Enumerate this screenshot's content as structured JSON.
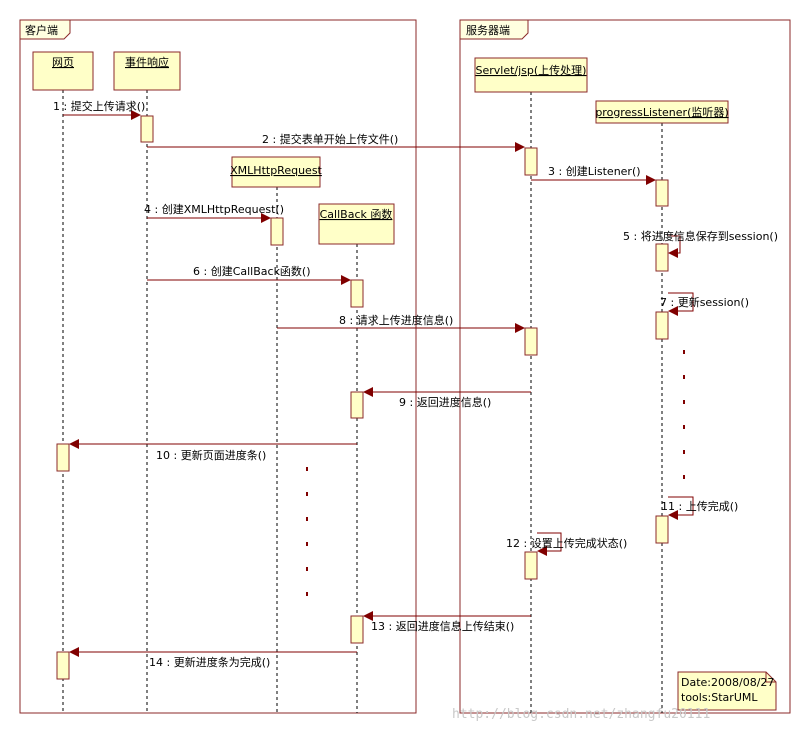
{
  "frames": {
    "client": "客户端",
    "server": "服务器端"
  },
  "objects": {
    "webpage": "网页",
    "event": "事件响应",
    "xhr": "XMLHttpRequest",
    "callback": "CallBack 函数",
    "servlet": "Servlet/jsp(上传处理)",
    "listener": "progressListener(监听器)"
  },
  "messages": [
    "1 : 提交上传请求()",
    "2 : 提交表单开始上传文件()",
    "3 : 创建Listener()",
    "4 : 创建XMLHttpRequest()",
    "5 : 将进度信息保存到session()",
    "6 : 创建CallBack函数()",
    "7 : 更新session()",
    "8 : 请求上传进度信息()",
    "9 : 返回进度信息()",
    "10 : 更新页面进度条()",
    "11 : 上传完成()",
    "12 : 设置上传完成状态()",
    "13 : 返回进度信息上传结束()",
    "14 : 更新进度条为完成()"
  ],
  "note": {
    "date": "Date:2008/08/27",
    "tools": "tools:StarUML"
  },
  "watermark": "http://blog.csdn.net/zhangfu20111",
  "colors": {
    "box_fill": "#ffffc8",
    "frame_header": "#ffffe0",
    "stroke": "#8b2a2a",
    "arrow": "#800000"
  }
}
